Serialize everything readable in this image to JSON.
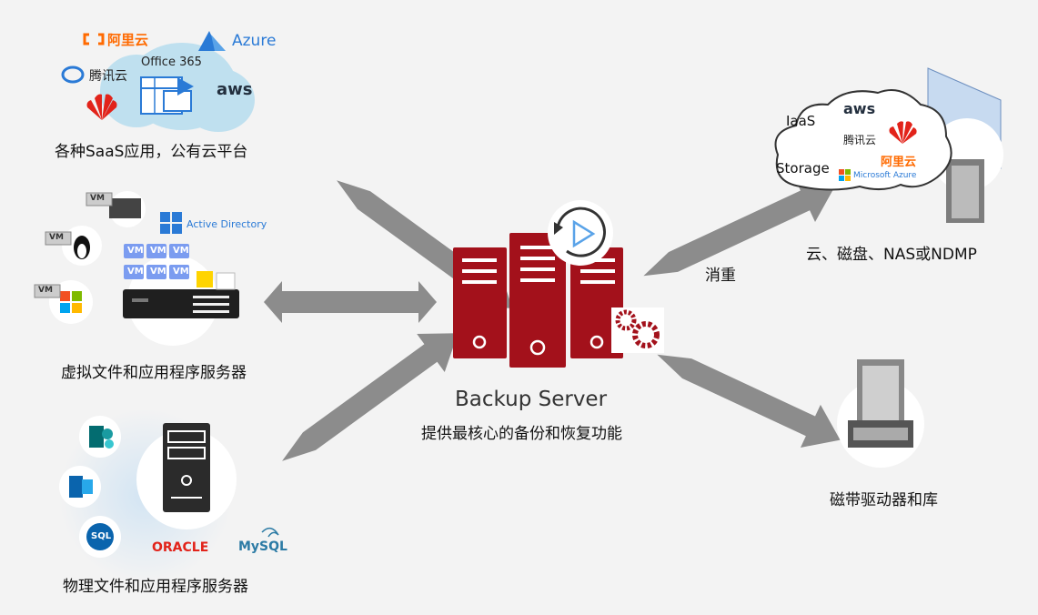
{
  "diagram": {
    "center": {
      "title": "Backup Server",
      "subtitle": "提供最核心的备份和恢复功能"
    },
    "nodes": {
      "saas": {
        "label": "各种SaaS应用，公有云平台",
        "brands": {
          "aliyun": "阿里云",
          "azure": "Azure",
          "tencent": "腾讯云",
          "office365": "Office 365",
          "aws": "aws"
        }
      },
      "virtual": {
        "label": "虚拟文件和应用程序服务器",
        "vm_badge": "VM",
        "active_directory": "Active Directory"
      },
      "physical": {
        "label": "物理文件和应用程序服务器",
        "oracle": "ORACLE",
        "mysql": "MySQL",
        "sql": "SQL"
      },
      "cloud_storage": {
        "label": "云、磁盘、NAS或NDMP",
        "iaas": "IaaS",
        "storage": "Storage",
        "aws": "aws",
        "tencent": "腾讯云",
        "aliyun": "阿里云",
        "microsoft_azure": "Microsoft Azure"
      },
      "tape": {
        "label": "磁带驱动器和库"
      }
    },
    "edge_labels": {
      "dedup": "消重"
    },
    "colors": {
      "background": "#f3f3f3",
      "arrow": "#8c8c8c",
      "server_red": "#a3111b",
      "cloud_blue": "#bfe0ef",
      "aliyun_orange": "#ff6a00",
      "azure_blue": "#2a7ad6",
      "huawei_red": "#e2231a",
      "oracle_red": "#e2231a",
      "mysql_blue": "#2c7ba5"
    },
    "icons": [
      "aliyun-logo-icon",
      "azure-logo-icon",
      "tencent-cloud-icon",
      "office365-icon",
      "huawei-logo-icon",
      "aws-logo-icon",
      "vm-icon",
      "linux-tux-icon",
      "windows-logo-icon",
      "esxi-host-icon",
      "tower-server-icon",
      "sharepoint-icon",
      "exchange-icon",
      "sql-icon",
      "oracle-logo-icon",
      "mysql-logo-icon",
      "server-rack-icon",
      "storage-array-icon",
      "tape-library-icon",
      "play-circle-icon",
      "gears-icon"
    ]
  }
}
